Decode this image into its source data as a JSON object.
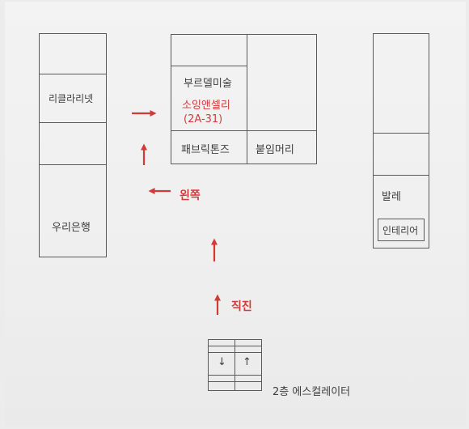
{
  "left_block": {
    "store_top": "리클라리넷",
    "store_bottom": "우리은행"
  },
  "center_block": {
    "store_1": "부르델미술",
    "target_name": "소잉앤셀리",
    "target_code": "(2A-31)",
    "store_3": "패브릭톤즈",
    "store_4": "붙임머리"
  },
  "right_block": {
    "store_1": "발레",
    "store_2": "인테리어"
  },
  "directions": {
    "left_turn": "왼쪽",
    "straight": "직진"
  },
  "escalator": {
    "label": "2층 에스컬레이터",
    "down_glyph": "↓",
    "up_glyph": "↑"
  },
  "colors": {
    "arrow": "#d23a3a",
    "lines": "#5a5a5a"
  }
}
